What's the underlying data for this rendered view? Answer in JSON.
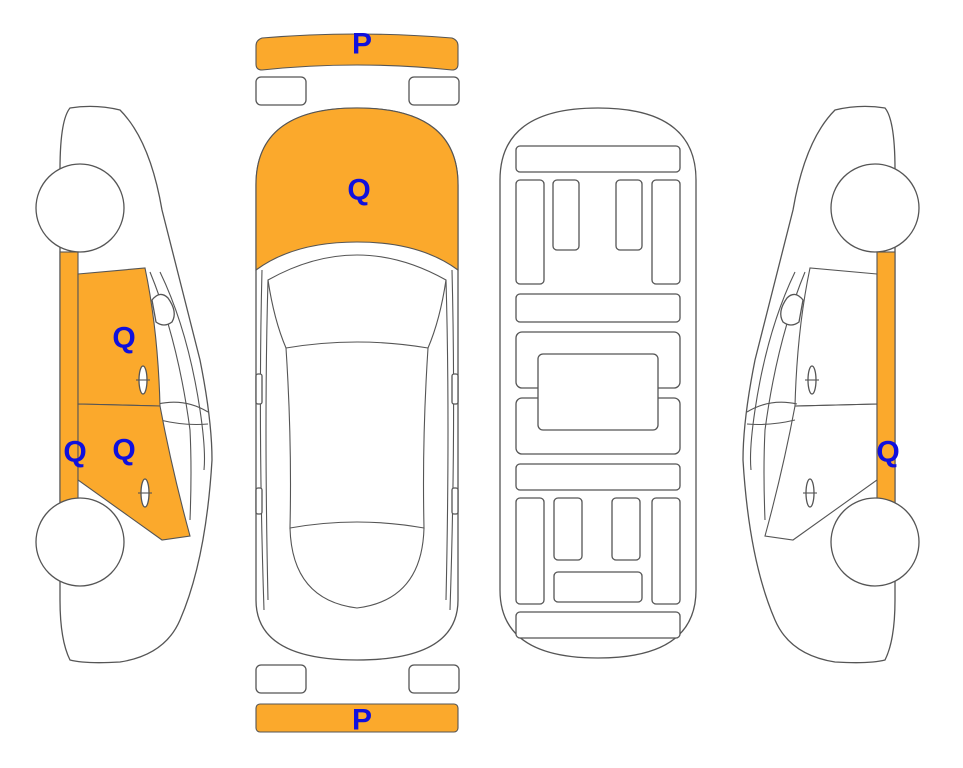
{
  "colors": {
    "highlight": "#FBA92C",
    "label": "#1010DD",
    "outline": "#555555"
  },
  "labels": {
    "front_bumper": "P",
    "hood": "Q",
    "left_front_door": "Q",
    "left_rear_door": "Q",
    "left_rocker": "Q",
    "right_rocker": "Q",
    "rear_bumper": "P"
  }
}
